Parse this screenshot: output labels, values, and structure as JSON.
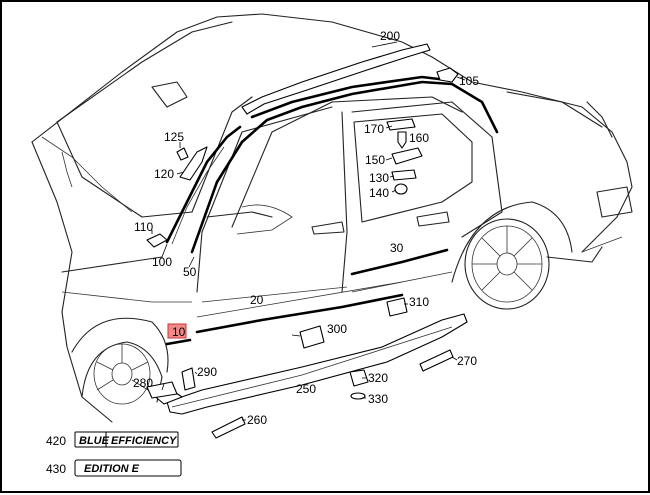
{
  "labels": {
    "l10": "10",
    "l20": "20",
    "l30": "30",
    "l50": "50",
    "l100": "100",
    "l105": "105",
    "l110": "110",
    "l120": "120",
    "l125": "125",
    "l130": "130",
    "l140": "140",
    "l150": "150",
    "l160": "160",
    "l170": "170",
    "l200": "200",
    "l250": "250",
    "l260": "260",
    "l270": "270",
    "l280": "280",
    "l290": "290",
    "l300": "300",
    "l310": "310",
    "l320": "320",
    "l330": "330",
    "l420": "420",
    "l430": "430"
  },
  "badges": {
    "blue_part1": "BLUE",
    "blue_part2": "EFFICIENCY",
    "edition": "EDITION E"
  },
  "colors": {
    "highlight": "#f08a8a",
    "highlight_border": "#d03030",
    "line": "#000000"
  }
}
